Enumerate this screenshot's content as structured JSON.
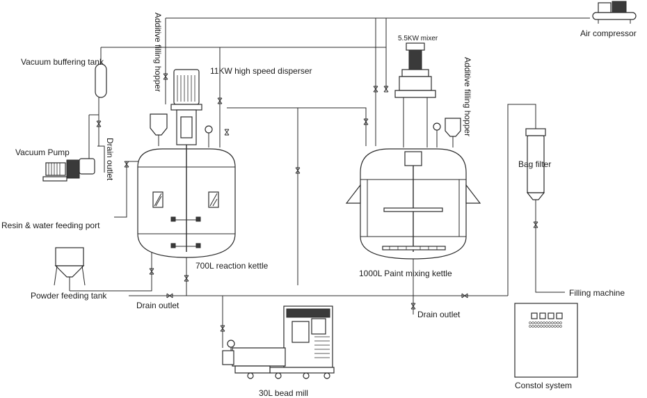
{
  "labels": {
    "air_compressor": "Air compressor",
    "vacuum_buffering_tank": "Vacuum buffering tank",
    "additive_hopper_left": "Additive filling hopper",
    "disperser": "11KW high speed disperser",
    "mixer": "5.5KW mixer",
    "additive_hopper_right": "Additive filling hopper",
    "vacuum_pump": "Vacuum Pump",
    "drain_outlet_vertical": "Drain outlet",
    "bag_filter": "Bag filter",
    "resin_port": "Resin & water feeding port",
    "reaction_kettle": "700L reaction kettle",
    "paint_kettle": "1000L Paint mixing kettle",
    "powder_tank": "Powder feeding tank",
    "drain_outlet_left": "Drain outlet",
    "drain_outlet_right": "Drain outlet",
    "filling_machine": "Filling machine",
    "control_system": "Constol system",
    "bead_mill": "30L bead mill"
  }
}
